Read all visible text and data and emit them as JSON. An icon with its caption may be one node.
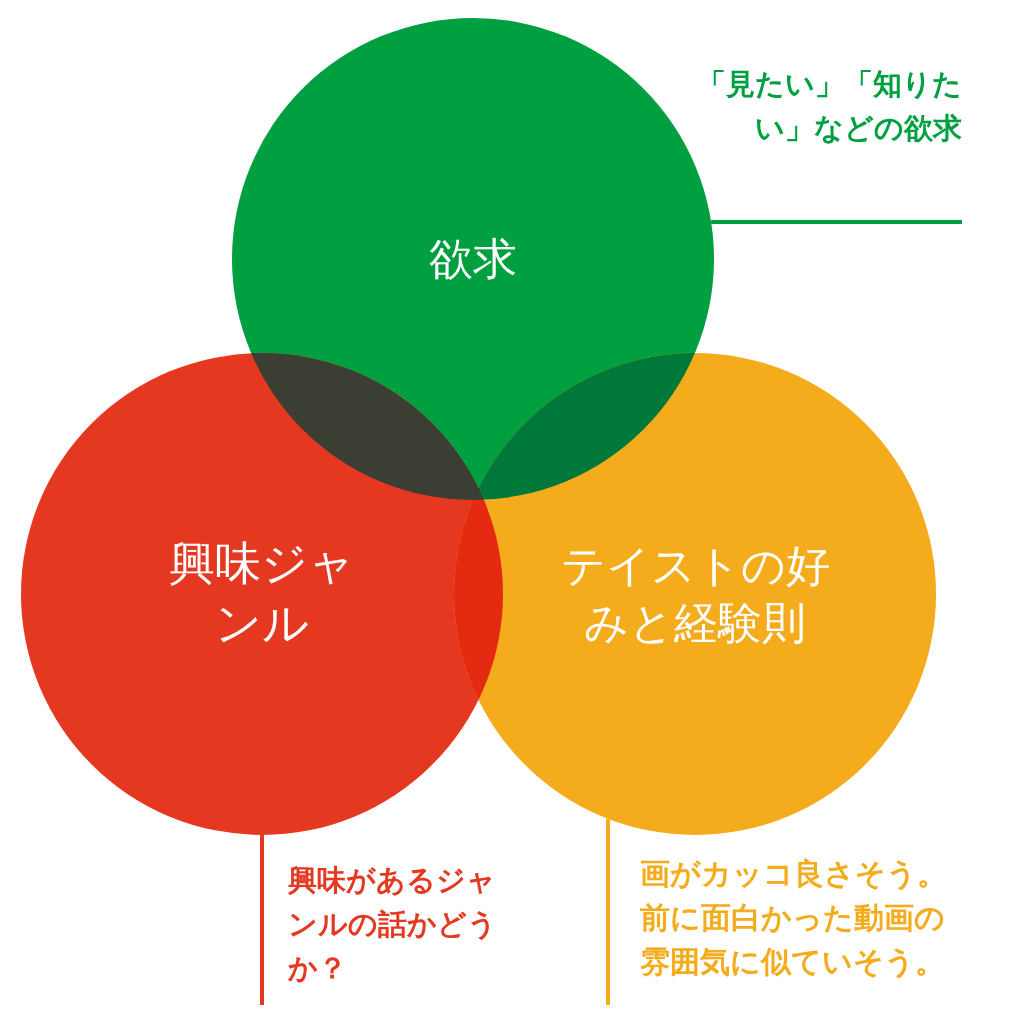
{
  "diagram": {
    "nodes": [
      {
        "text": [
          "欲求"
        ]
      },
      {
        "text": [
          "興味ジャンル"
        ]
      },
      {
        "text": [
          "テイストの好みと経験則"
        ]
      },
      {
        "text": [
          "「見たい」「知りたい」などの欲求"
        ]
      },
      {
        "text": [
          "興味があるジャンルの話かどうか？"
        ]
      },
      {
        "text": [
          "画がカッコ良さそう。前に面白かった動画の雰囲気に似ていそう。"
        ]
      }
    ],
    "edges": [
      {
        "from": 3,
        "to": 0,
        "arrow": "none",
        "color": "#00a040"
      },
      {
        "from": 4,
        "to": 1,
        "arrow": "none",
        "color": "#e53820"
      },
      {
        "from": 5,
        "to": 2,
        "arrow": "none",
        "color": "#f4ab1c"
      }
    ]
  }
}
